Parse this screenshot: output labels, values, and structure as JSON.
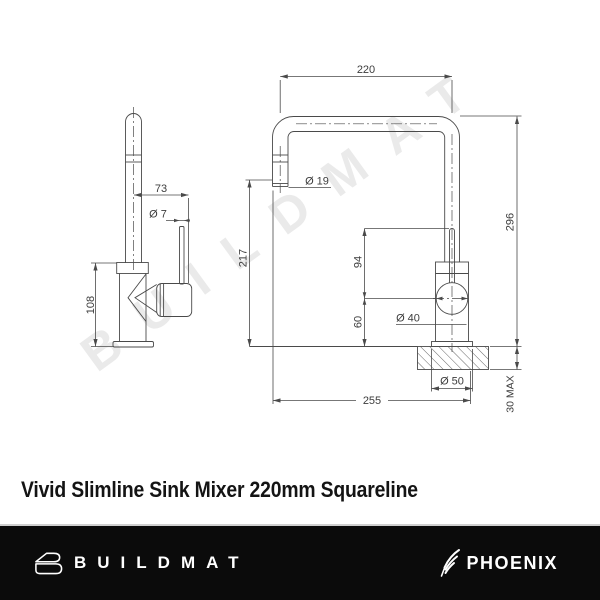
{
  "page": {
    "background": "#ffffff"
  },
  "watermark": {
    "text": "BUILDMAT",
    "color": "#eaeaea"
  },
  "drawing": {
    "line_color": "#4a4a4a",
    "dimensions": {
      "spout_width": "220",
      "spout_reach_side": "73",
      "lever_diameter": "Ø 7",
      "body_height_side": "108",
      "spout_tube_diameter": "Ø 19",
      "spout_clearance": "217",
      "lever_top_height": "94",
      "outlet_to_bench": "60",
      "body_diameter": "Ø 40",
      "flange_diameter": "Ø 50",
      "overall_projection": "255",
      "overall_height": "296",
      "bench_thickness": "30 MAX"
    }
  },
  "title": "Vivid Slimline Sink Mixer 220mm Squareline",
  "footer": {
    "background": "#0b0b0b",
    "buildmat_label": "BUILDMAT",
    "phoenix_label": "PHOENIX",
    "icons": {
      "left": "buildmat-logo-icon",
      "right": "phoenix-feather-icon"
    }
  }
}
